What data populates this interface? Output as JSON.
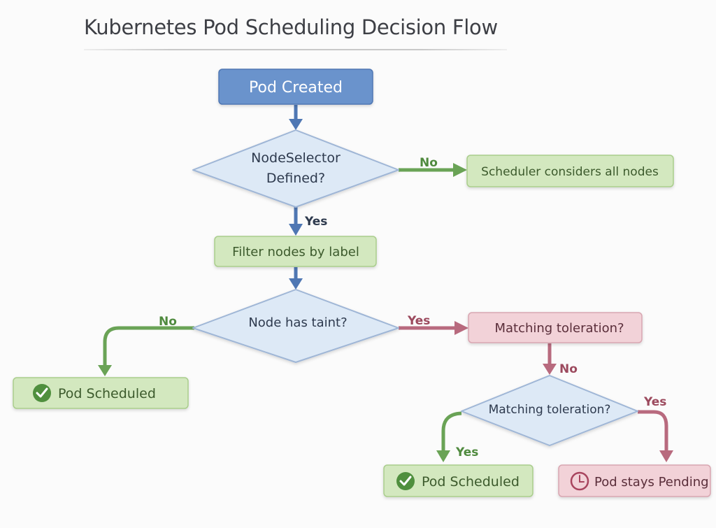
{
  "title": "Kubernetes Pod Scheduling Decision Flow",
  "colors": {
    "blue": "#6a93cc",
    "blue_stroke": "#4f77b3",
    "green_fill": "#d3e8bf",
    "green_stroke": "#a9cd8c",
    "green_arrow": "#6aa356",
    "green_text": "#3c5a2c",
    "pink_fill": "#f2d2d8",
    "pink_stroke": "#d8a6b1",
    "pink_arrow": "#b86a7e",
    "pink_text": "#5a2e3a",
    "diamond_fill": "#dde9f6",
    "diamond_stroke": "#9fb6d6",
    "diamond_text": "#2e3a4e"
  },
  "nodes": {
    "pod_created": "Pod Created",
    "nodeselector_line1": "NodeSelector",
    "nodeselector_line2": "Defined?",
    "scheduler_all": "Scheduler considers all nodes",
    "filter_nodes": "Filter nodes by label",
    "node_taint": "Node has taint?",
    "matching_toleration_box": "Matching toleration?",
    "pod_scheduled_left": "Pod Scheduled",
    "matching_toleration_diamond": "Matching toleration?",
    "pod_scheduled_bottom": "Pod Scheduled",
    "pod_pending": "Pod stays Pending"
  },
  "edge_labels": {
    "nodeselector_no": "No",
    "nodeselector_yes": "Yes",
    "taint_no": "No",
    "taint_yes": "Yes",
    "toleration_no": "No",
    "toleration2_yes_left": "Yes",
    "toleration2_yes_right": "Yes"
  },
  "icons": {
    "scheduled": "check-circle-icon",
    "pending": "clock-icon"
  }
}
